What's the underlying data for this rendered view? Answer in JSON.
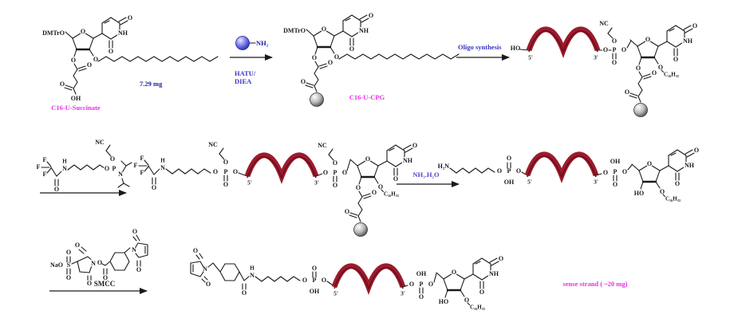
{
  "colors": {
    "bond": "#1a1a1a",
    "helix_red": "#9c1b2c",
    "helix_shadow": "#6d0e1d",
    "magenta": "#e92fe9",
    "blue": "#3a35c6",
    "navy": "#1d1d9b",
    "violet": "#5b3fd2",
    "cpg_bead_gray": "#8a8a8a",
    "amine_bead_blue": "#5656d6",
    "background": "#ffffff"
  },
  "atoms": {
    "o": "O",
    "oh": "OH",
    "ho": "HO",
    "nh": "NH",
    "n": "N",
    "h": "H",
    "nc": "NC",
    "p": "P",
    "f": "F",
    "s": "S",
    "nao": "NaO",
    "dmtro": "DMTrO",
    "nh2": "NH₂",
    "h2n": "H₂N",
    "oc16": "C₁₆H₃₃",
    "five_prime": "5'",
    "three_prime": "3'"
  },
  "labels": {
    "compound1_name": "C16-U-Succinate",
    "compound1_amount": "7.29 mg",
    "compound2_name": "C16-U-CPG",
    "product_name": "sense strand ( ~20 mg)"
  },
  "steps": {
    "step1_reagent_bead": "NH₂",
    "step1_reagent_line1": "HATU/",
    "step1_reagent_line2": "DIEA",
    "step2_label": "Oligo synthesis",
    "step3_label": "NH₃.H₂O",
    "step4_label": "SMCC"
  }
}
